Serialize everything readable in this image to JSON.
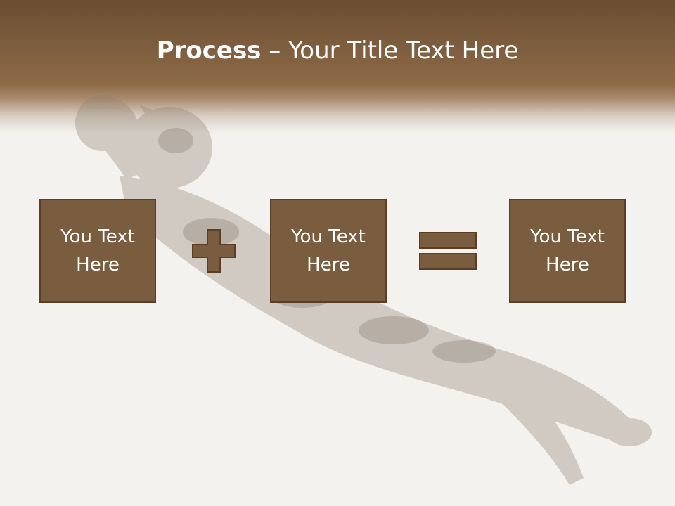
{
  "slide": {
    "title_bold": "Process",
    "title_rest": " – Your Title Text Here",
    "boxes": [
      {
        "text": "You Text Here"
      },
      {
        "text": "You Text Here"
      },
      {
        "text": "You Text Here"
      }
    ],
    "operators": [
      "plus-icon",
      "equals-icon"
    ],
    "background_image": "jumping-cat-illustration"
  },
  "colors": {
    "banner": "#8d6a46",
    "box_fill": "#7a5c3e",
    "box_border": "#5a3f26",
    "text": "#ffffff"
  }
}
